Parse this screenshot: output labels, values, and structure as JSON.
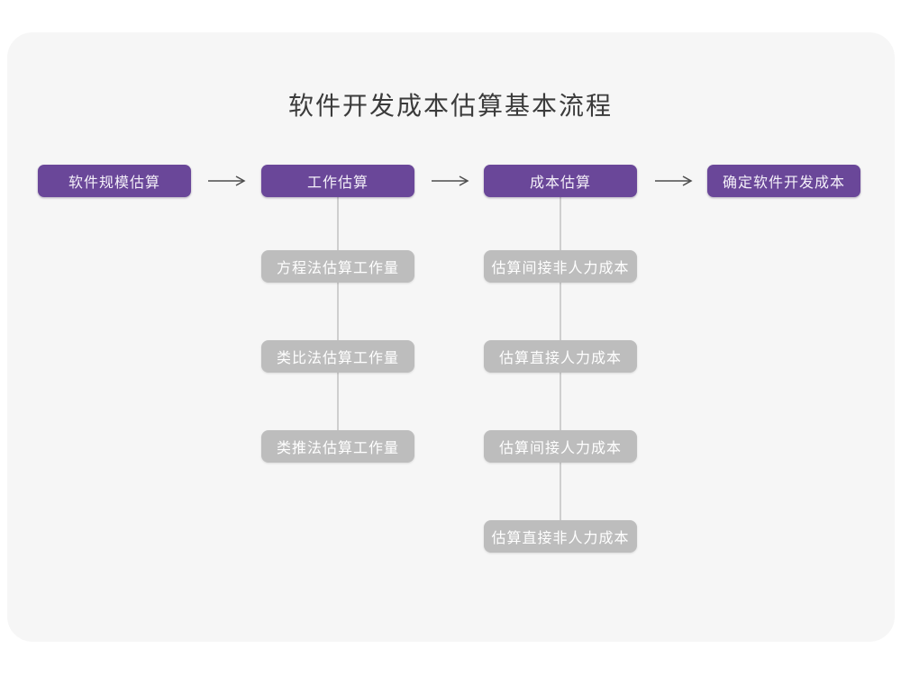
{
  "title": "软件开发成本估算基本流程",
  "colors": {
    "accent_purple": "#6a4799",
    "sub_box_gray": "#bdbdbd",
    "card_background": "#f6f6f6",
    "page_background": "#ffffff",
    "connector_line": "#cfcfcf",
    "arrow": "#4d4d4d",
    "title_text": "#3b3b3b"
  },
  "flow": {
    "stages": [
      {
        "label": "软件规模估算",
        "substeps": []
      },
      {
        "label": "工作估算",
        "substeps": [
          "方程法估算工作量",
          "类比法估算工作量",
          "类推法估算工作量"
        ]
      },
      {
        "label": "成本估算",
        "substeps": [
          "估算间接非人力成本",
          "估算直接人力成本",
          "估算间接人力成本",
          "估算直接非人力成本"
        ]
      },
      {
        "label": "确定软件开发成本",
        "substeps": []
      }
    ]
  }
}
